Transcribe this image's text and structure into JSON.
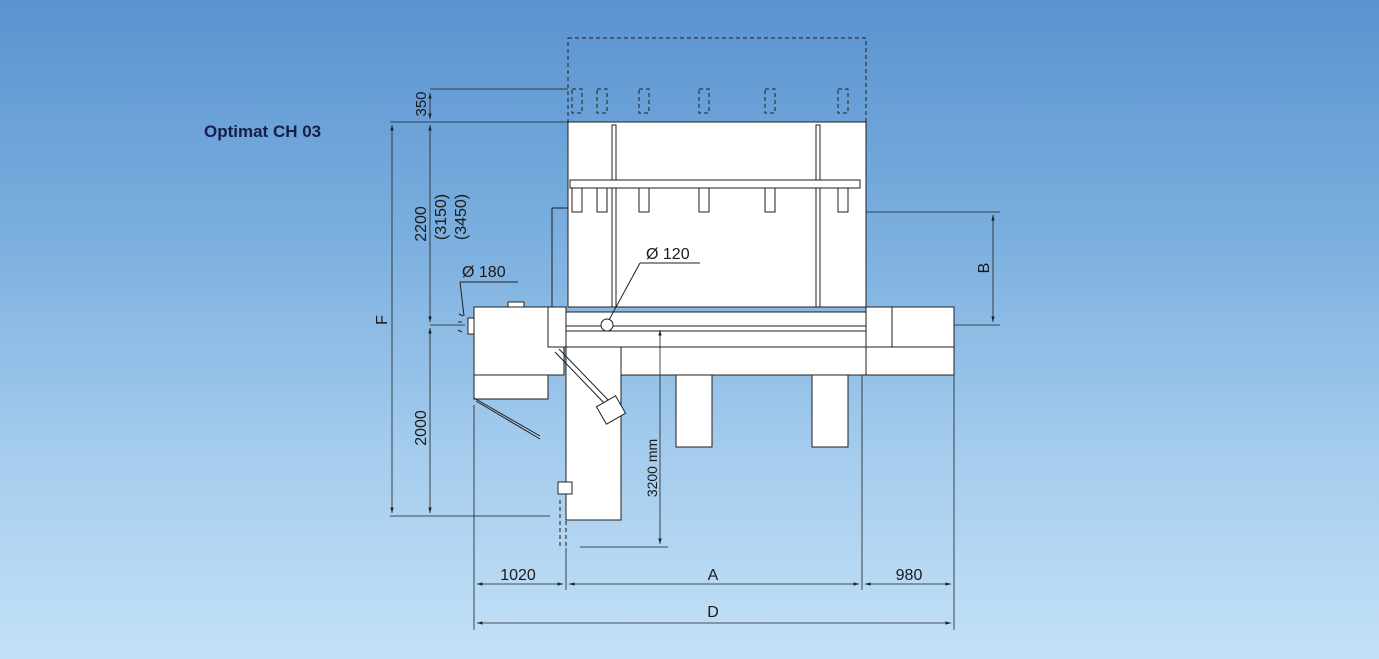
{
  "title": "Optimat CH 03",
  "dimensions": {
    "d350": "350",
    "d2200": "2200",
    "d3150": "(3150)",
    "d3450": "(3450)",
    "d2000": "2000",
    "dia180": "Ø 180",
    "dia120": "Ø 120",
    "F": "F",
    "B": "B",
    "stroke": "3200 mm",
    "d1020": "1020",
    "A": "A",
    "d980": "980",
    "D": "D"
  },
  "colors": {
    "background_top": "#5a93d0",
    "background_bottom": "#c3e1f6",
    "title": "#14204a",
    "line": "#1f1f1f",
    "machine_fill": "#ffffff"
  }
}
